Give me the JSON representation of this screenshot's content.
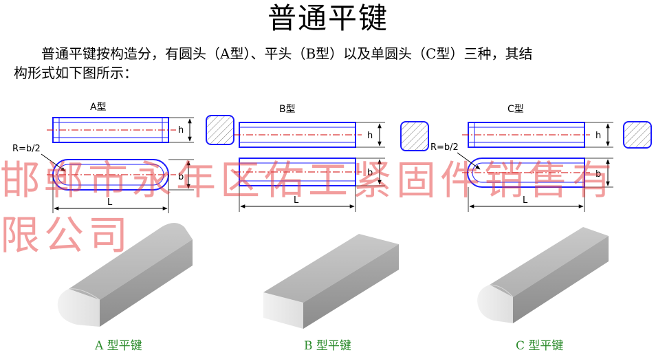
{
  "title": "普通平键",
  "paragraph": {
    "line1": "普通平键按构造分，有圆头（A型）、平头（B型）以及单圆头（C型）三种，其结",
    "line2": "构形式如下图所示："
  },
  "types": [
    {
      "label": "A型",
      "h": "h",
      "b": "b",
      "L": "L",
      "r": "R=b/2",
      "caption": "A 型平键"
    },
    {
      "label": "B型",
      "h": "h",
      "b": "b",
      "L": "L",
      "caption": "B 型平键"
    },
    {
      "label": "C型",
      "h": "h",
      "b": "b",
      "L": "L",
      "r": "R=b/2",
      "caption": "C 型平键"
    }
  ],
  "watermark": {
    "line1": "邯郸市永年区佑工紧固件销售有",
    "line2": "限公司"
  },
  "colors": {
    "outline": "#1a1aff",
    "centerline": "#d00000",
    "dimension": "#000000",
    "caption": "#2a8a2a",
    "watermark": "#e63c3c"
  }
}
